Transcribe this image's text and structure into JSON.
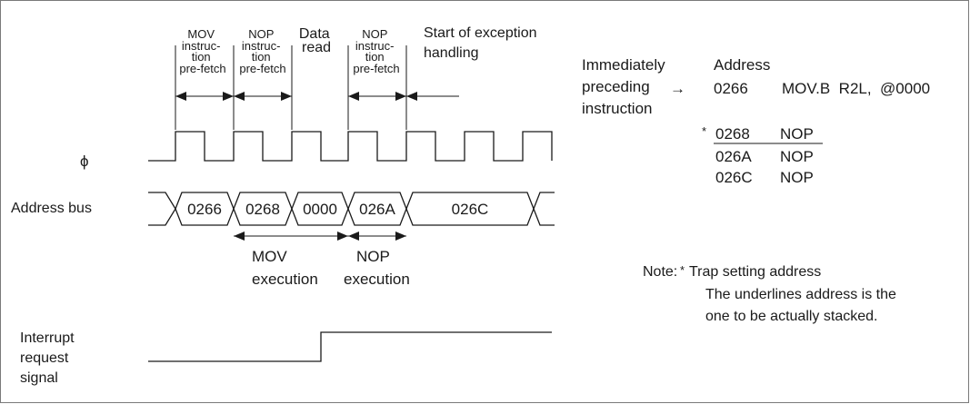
{
  "phases": {
    "mov_fetch": [
      "MOV",
      "instruc-",
      "tion",
      "pre-fetch"
    ],
    "nop_fetch1": [
      "NOP",
      "instruc-",
      "tion",
      "pre-fetch"
    ],
    "data_read": [
      "Data",
      "read"
    ],
    "nop_fetch2": [
      "NOP",
      "instruc-",
      "tion",
      "pre-fetch"
    ],
    "exception": [
      "Start of exception",
      "handling"
    ]
  },
  "signals": {
    "phi": "ϕ",
    "address_bus": "Address bus",
    "interrupt": [
      "Interrupt",
      "request",
      "signal"
    ]
  },
  "bus_values": [
    "0266",
    "0268",
    "0000",
    "026A",
    "026C"
  ],
  "execution": {
    "mov": [
      "MOV",
      "execution"
    ],
    "nop": [
      "NOP",
      "execution"
    ]
  },
  "listing": {
    "preceding": [
      "Immediately",
      "preceding",
      "instruction"
    ],
    "arrow": "→",
    "address_header": "Address",
    "row1_addr": "0266",
    "row1_instr": "MOV.B  R2L,  @0000",
    "star": "*",
    "row2_addr": "0268",
    "row2_instr": "NOP",
    "row3_addr": "026A",
    "row3_instr": "NOP",
    "row4_addr": "026C",
    "row4_instr": "NOP"
  },
  "note": {
    "prefix": "Note:",
    "star": "*",
    "line1": "Trap setting address",
    "line2": "The underlines address is the",
    "line3": "one to be actually stacked."
  },
  "colors": {
    "ink": "#1a1a1a",
    "frame": "#7a7a7a",
    "background": "#ffffff"
  }
}
